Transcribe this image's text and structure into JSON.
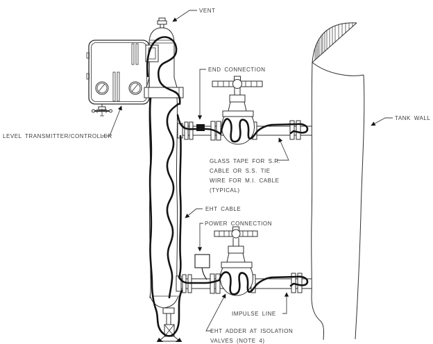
{
  "diagram": {
    "type": "engineering-piping-detail",
    "colors": {
      "paper": "#ffffff",
      "ink": "#2e2e2e",
      "cable": "#141414",
      "text": "#3d3d3d"
    },
    "labels": {
      "vent": "VENT",
      "end_connection": "END CONNECTION",
      "tank_wall": "TANK WALL",
      "level_transmitter": "LEVEL TRANSMITTER/CONTROLLER",
      "glass_tape_1": "GLASS TAPE FOR S.R.",
      "glass_tape_2": "CABLE OR S.S. TIE",
      "glass_tape_3": "WIRE FOR M.I. CABLE",
      "glass_tape_4": "(TYPICAL)",
      "eht_cable": "EHT CABLE",
      "power_connection": "POWER CONNECTION",
      "impulse_line": "IMPULSE LINE",
      "eht_adder_1": "EHT ADDER AT ISOLATION",
      "eht_adder_2": "VALVES (NOTE 4)"
    }
  }
}
